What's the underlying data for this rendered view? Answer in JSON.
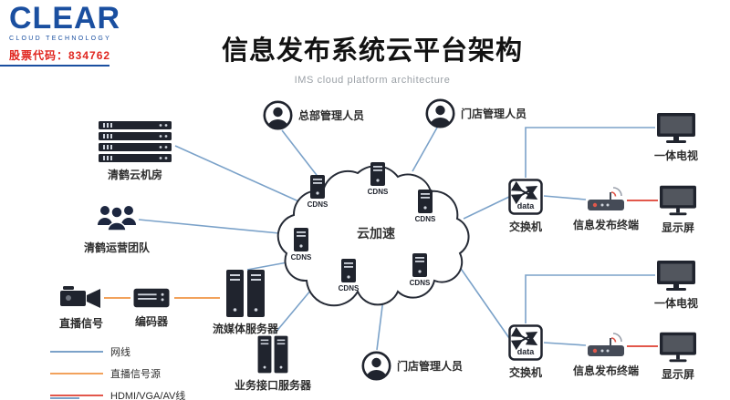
{
  "header": {
    "logo": "CLEAR",
    "logo_tagline": "CLOUD TECHNOLOGY",
    "stock_code": "股票代码：834762",
    "title": "信息发布系统云平台架构",
    "subtitle": "IMS cloud platform architecture"
  },
  "cloud": {
    "label": "云加速",
    "cdns": "CDNS"
  },
  "labels": {
    "server_room": "清鹤云机房",
    "ops_team": "清鹤运营团队",
    "live_signal": "直播信号",
    "encoder": "编码器",
    "streaming_server": "流媒体服务器",
    "business_server": "业务接口服务器",
    "hq_admin": "总部管理人员",
    "store_admin_top": "门店管理人员",
    "store_admin_bottom": "门店管理人员",
    "switch": "交换机",
    "switch_data": "data",
    "terminal": "信息发布终端",
    "tv": "一体电视",
    "display": "显示屏"
  },
  "legend": {
    "items": [
      {
        "label": "网线",
        "color": "#7ba2c9"
      },
      {
        "label": "直播信号源",
        "color": "#f2a25c"
      },
      {
        "label": "HDMI/VGA/AV线",
        "color": "#e2574b"
      }
    ]
  },
  "colors": {
    "brand_blue": "#1a4fa0",
    "stock_red": "#e0261f",
    "icon_dark": "#20242e",
    "network_line": "#7ba2c9",
    "live_signal_line": "#f2a25c",
    "hdmi_line": "#e2574b"
  }
}
